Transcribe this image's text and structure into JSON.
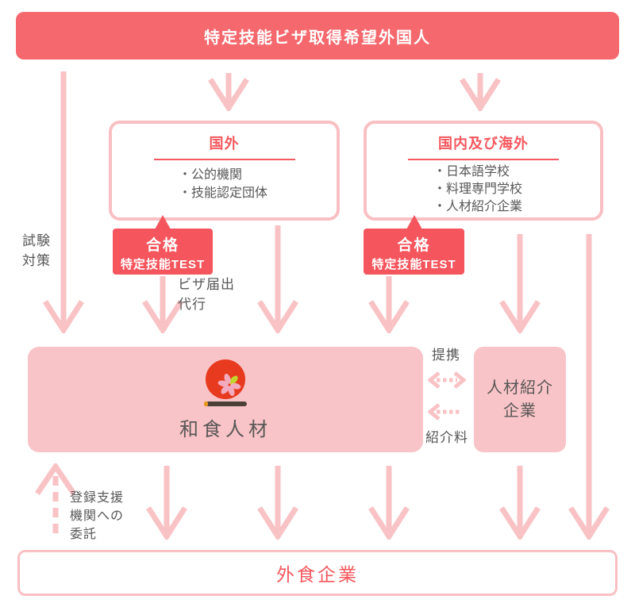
{
  "colors": {
    "banner_red": "#f5696e",
    "badge_red": "#f5565e",
    "text_red": "#f5585e",
    "light_pink": "#f9c2c4",
    "border_pink": "#f9bfc2",
    "panel_pink": "#f9c4c7",
    "text_dark": "#595757",
    "logo_red": "#e73a1e",
    "petal_pink": "#f2abbe",
    "petal_green": "#c3d62c",
    "chopstick_brown": "#4b4038",
    "chopstick_tip": "#e8991f"
  },
  "banner": {
    "label": "特定技能ビザ取得希望外国人"
  },
  "overseas_box": {
    "title": "国外",
    "items": [
      "・公的機関",
      "・技能認定団体"
    ]
  },
  "domestic_box": {
    "title": "国内及び海外",
    "items": [
      "・日本語学校",
      "・料理専門学校",
      "・人材紹介企業"
    ]
  },
  "pass_badge": {
    "line1": "合格",
    "line2": "特定技能TEST"
  },
  "labels": {
    "exam_prep": "試験\n対策",
    "visa_proxy": "ビザ届出\n代行",
    "partnership": "提携",
    "referral_fee": "紹介料",
    "support_delegation": "登録支援\n機関への\n委託"
  },
  "wasyoku_box": {
    "label": "和食人材"
  },
  "agency_box": {
    "label": "人材紹介\n企業"
  },
  "restaurant_box": {
    "label": "外食企業"
  }
}
